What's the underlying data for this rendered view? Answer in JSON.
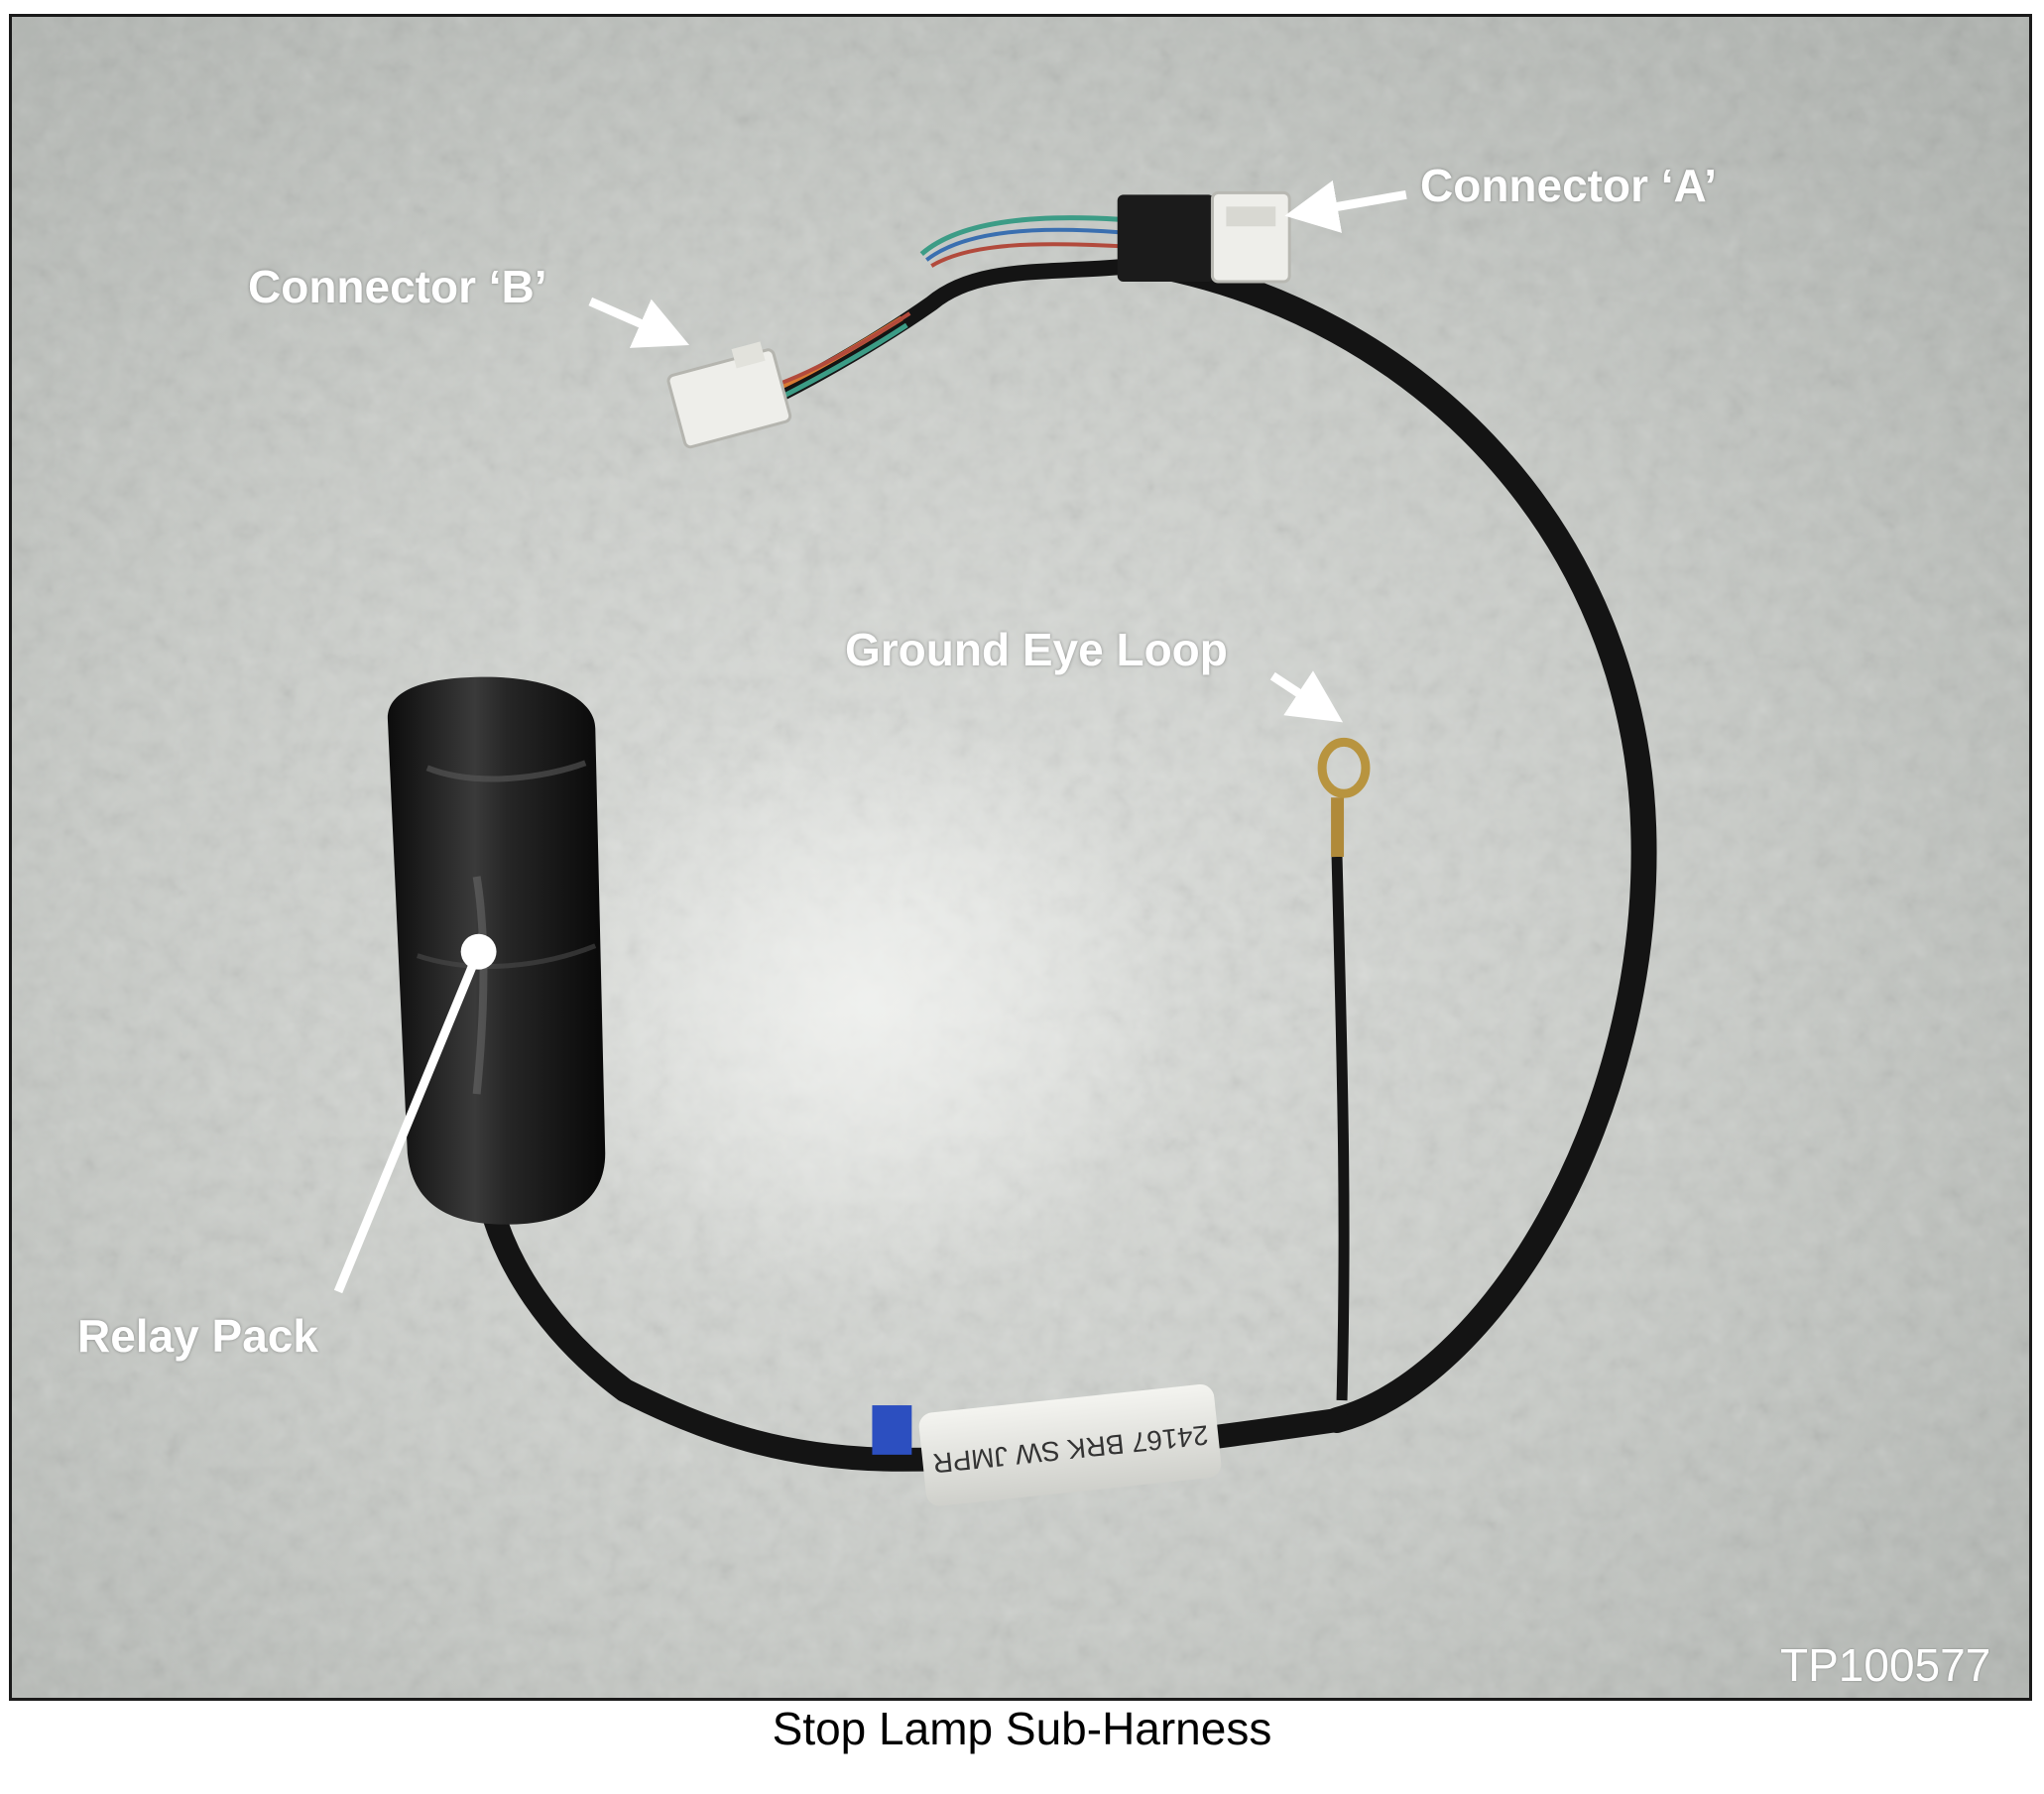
{
  "figure": {
    "caption": "Stop Lamp Sub-Harness",
    "figure_id": "TP100577",
    "callouts": {
      "connector_a": "Connector ‘A’",
      "connector_b": "Connector ‘B’",
      "ground_eye_loop": "Ground Eye Loop",
      "relay_pack": "Relay Pack"
    },
    "label_band": "24167 BRK SW JMPR"
  },
  "colors": {
    "wall": "#c9ccc8",
    "harness": "#141414",
    "connector": "#eeeeea",
    "callout_text": "#ffffff"
  }
}
